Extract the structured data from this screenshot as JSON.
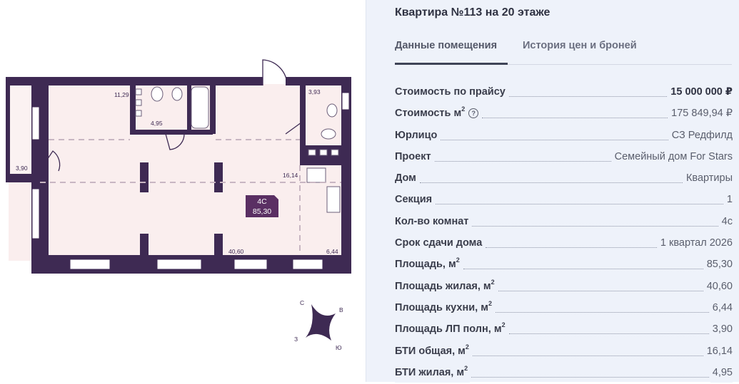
{
  "plan": {
    "room_areas": {
      "r1": "11,29",
      "r2": "4,95",
      "r3": "3,93",
      "r4": "16,14",
      "r5": "3,90",
      "r6": "40,60",
      "r7": "6,44"
    },
    "badge_type": "4С",
    "badge_area": "85,30",
    "colors": {
      "wall": "#3e2a53",
      "floor": "#faeeee",
      "badge": "#5a2f63"
    }
  },
  "compass": {
    "north": "С",
    "east": "В",
    "west": "З",
    "south": "Ю"
  },
  "details": {
    "title": "Квартира №113 на 20 этаже",
    "tabs": [
      {
        "label": "Данные помещения",
        "active": true
      },
      {
        "label": "История цен и броней",
        "active": false
      }
    ],
    "rows": [
      {
        "label": "Стоимость по прайсу",
        "sup": "",
        "value": "15 000 000 ₽",
        "bold": true
      },
      {
        "label": "Стоимость м",
        "sup": "2",
        "value": "175 849,94 ₽",
        "help": true
      },
      {
        "label": "Юрлицо",
        "sup": "",
        "value": "СЗ Редфилд"
      },
      {
        "label": "Проект",
        "sup": "",
        "value": "Семейный дом For Stars"
      },
      {
        "label": "Дом",
        "sup": "",
        "value": "Квартиры"
      },
      {
        "label": "Секция",
        "sup": "",
        "value": "1"
      },
      {
        "label": "Кол-во комнат",
        "sup": "",
        "value": "4с"
      },
      {
        "label": "Срок сдачи дома",
        "sup": "",
        "value": "1 квартал 2026"
      },
      {
        "label": "Площадь, м",
        "sup": "2",
        "value": "85,30"
      },
      {
        "label": "Площадь жилая, м",
        "sup": "2",
        "value": "40,60"
      },
      {
        "label": "Площадь кухни, м",
        "sup": "2",
        "value": "6,44"
      },
      {
        "label": "Площадь ЛП полн, м",
        "sup": "2",
        "value": "3,90"
      },
      {
        "label": "БТИ общая, м",
        "sup": "2",
        "value": "16,14"
      },
      {
        "label": "БТИ жилая, м",
        "sup": "2",
        "value": "4,95"
      }
    ]
  }
}
